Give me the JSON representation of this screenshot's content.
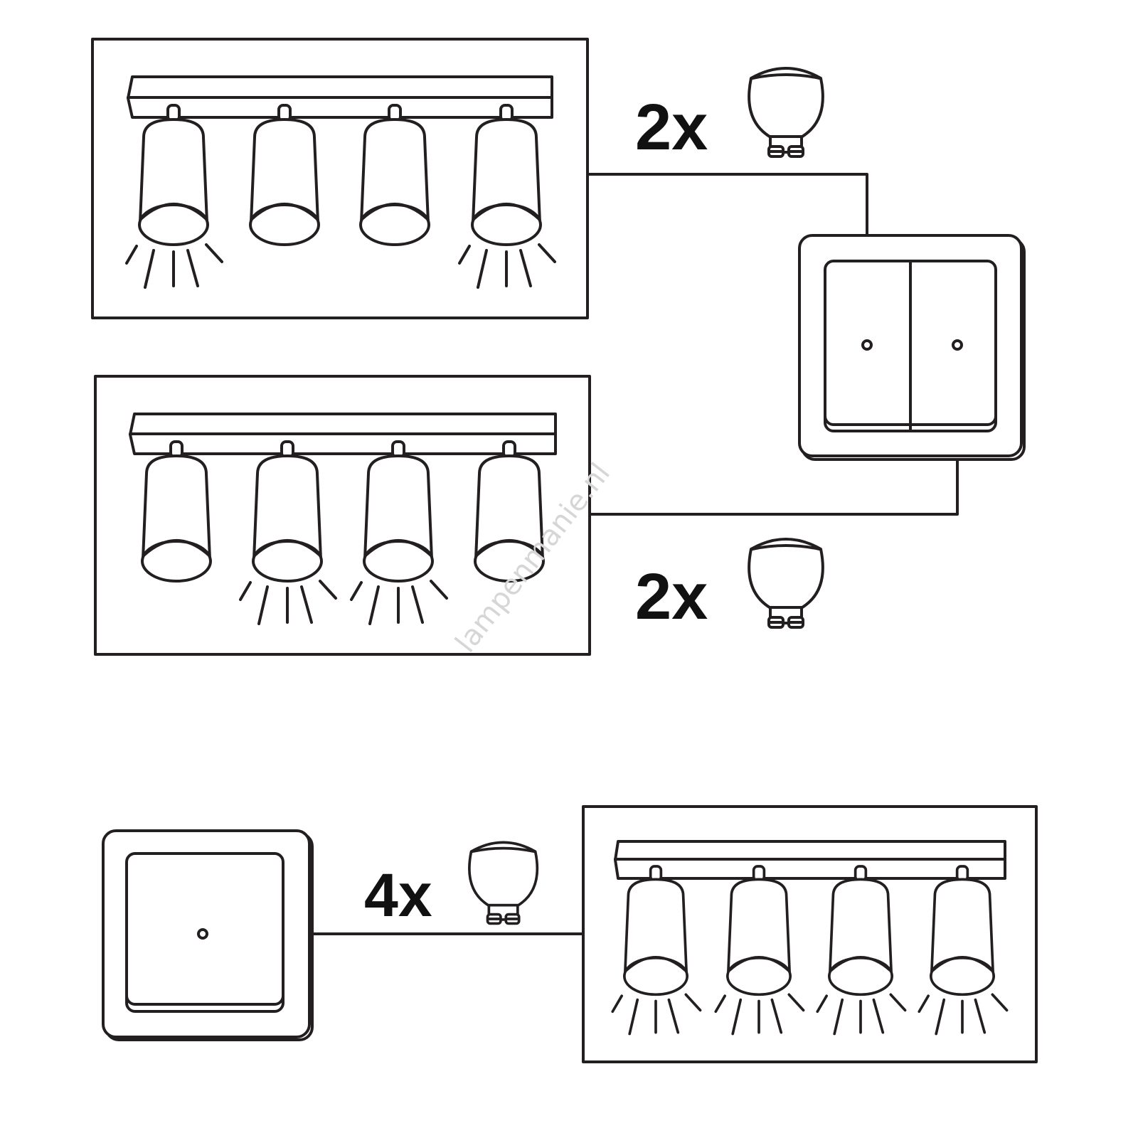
{
  "diagram": {
    "title": "Double switch / single switch wiring of 4-spot ceiling lights",
    "scenario_double_switch": {
      "circuit_1": {
        "bulb_count_label": "2x",
        "lit_spots": [
          1,
          4
        ]
      },
      "circuit_2": {
        "bulb_count_label": "2x",
        "lit_spots": [
          2,
          3
        ]
      }
    },
    "scenario_single_switch": {
      "bulb_count_label": "4x",
      "lit_spots": [
        1,
        2,
        3,
        4
      ]
    },
    "bulb_type_icon": "gu10-bulb-icon",
    "watermark": "lampenmanie.nl",
    "line_color": "#231f20"
  }
}
